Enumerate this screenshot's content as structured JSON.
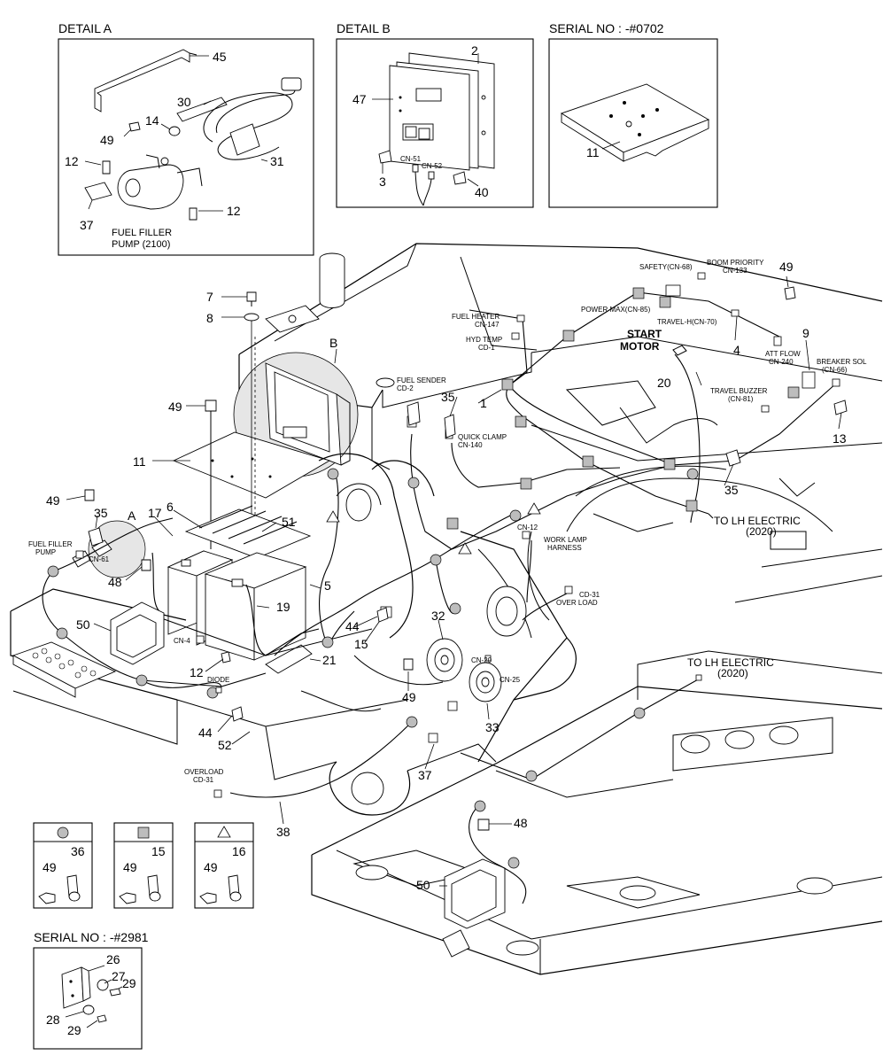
{
  "insets": {
    "detail_a": {
      "title": "DETAIL  A",
      "note": "FUEL FILLER\nPUMP (2100)",
      "parts": [
        "45",
        "30",
        "14",
        "49",
        "31",
        "12",
        "37",
        "12"
      ]
    },
    "detail_b": {
      "title": "DETAIL B",
      "parts": [
        "2",
        "47",
        "3",
        "40"
      ],
      "connectors": [
        "CN-51",
        "CN-52"
      ]
    },
    "serial_0702": {
      "title": "SERIAL NO : -#0702",
      "parts": [
        "11"
      ]
    },
    "serial_2981": {
      "title": "SERIAL NO : -#2981",
      "parts": [
        "26",
        "27",
        "29",
        "28",
        "29"
      ]
    }
  },
  "legend": [
    {
      "symbol": "circle-dotted",
      "parts": [
        "49",
        "36"
      ]
    },
    {
      "symbol": "square-dotted",
      "parts": [
        "49",
        "15"
      ]
    },
    {
      "symbol": "triangle",
      "parts": [
        "49",
        "16"
      ]
    }
  ],
  "main": {
    "part_numbers": [
      {
        "id": "p7",
        "text": "7"
      },
      {
        "id": "p8",
        "text": "8"
      },
      {
        "id": "pB",
        "text": "B"
      },
      {
        "id": "p49a",
        "text": "49"
      },
      {
        "id": "p11",
        "text": "11"
      },
      {
        "id": "p49b",
        "text": "49"
      },
      {
        "id": "p35a",
        "text": "35"
      },
      {
        "id": "pA",
        "text": "A"
      },
      {
        "id": "p17",
        "text": "17"
      },
      {
        "id": "p6",
        "text": "6"
      },
      {
        "id": "p51",
        "text": "51"
      },
      {
        "id": "p48a",
        "text": "48"
      },
      {
        "id": "p5",
        "text": "5"
      },
      {
        "id": "p19",
        "text": "19"
      },
      {
        "id": "p50a",
        "text": "50"
      },
      {
        "id": "p44a",
        "text": "44"
      },
      {
        "id": "p15",
        "text": "15"
      },
      {
        "id": "p21",
        "text": "21"
      },
      {
        "id": "p12",
        "text": "12"
      },
      {
        "id": "p44b",
        "text": "44"
      },
      {
        "id": "p52",
        "text": "52"
      },
      {
        "id": "p32",
        "text": "32"
      },
      {
        "id": "p49c",
        "text": "49"
      },
      {
        "id": "p33",
        "text": "33"
      },
      {
        "id": "p37",
        "text": "37"
      },
      {
        "id": "p38",
        "text": "38"
      },
      {
        "id": "p48b",
        "text": "48"
      },
      {
        "id": "p50b",
        "text": "50"
      },
      {
        "id": "p1",
        "text": "1"
      },
      {
        "id": "p35b",
        "text": "35"
      },
      {
        "id": "p20",
        "text": "20"
      },
      {
        "id": "p49d",
        "text": "49"
      },
      {
        "id": "p9",
        "text": "9"
      },
      {
        "id": "p4",
        "text": "4"
      },
      {
        "id": "p13",
        "text": "13"
      },
      {
        "id": "p35c",
        "text": "35"
      }
    ],
    "labels": {
      "start_motor": "START\nMOTOR",
      "to_lh_1": "TO LH ELECTRIC\n(2020)",
      "to_lh_2": "TO LH ELECTRIC\n(2020)",
      "fuel_heater": "FUEL HEATER\nCN-147",
      "hyd_temp": "HYD TEMP\nCD-1",
      "fuel_sender": "FUEL SENDER\nCD-2",
      "quick_clamp": "QUICK CLAMP\nCN-140",
      "safety": "SAFETY(CN-68)",
      "boom_priority": "BOOM PRIORITY\nCN-133",
      "power_max": "POWER MAX(CN-85)",
      "travel_hi": "TRAVEL-H(CN-70)",
      "att_flow": "ATT FLOW\nCN-240",
      "breaker_sol": "BREAKER SOL\n(CN-66)",
      "travel_buzzer": "TRAVEL BUZZER\n(CN-81)",
      "fuel_filler_pump": "FUEL FILLER\nPUMP",
      "cn61": "CN-61",
      "cn4": "CN-4",
      "diode": "DIODE",
      "cn12": "CN-12",
      "work_lamp": "WORK LAMP\nHARNESS",
      "overload_cd31": "CD-31\nOVER LOAD",
      "cn20": "CN-20",
      "cn25": "CN-25",
      "overload_bottom": "OVERLOAD\nCD-31"
    }
  }
}
